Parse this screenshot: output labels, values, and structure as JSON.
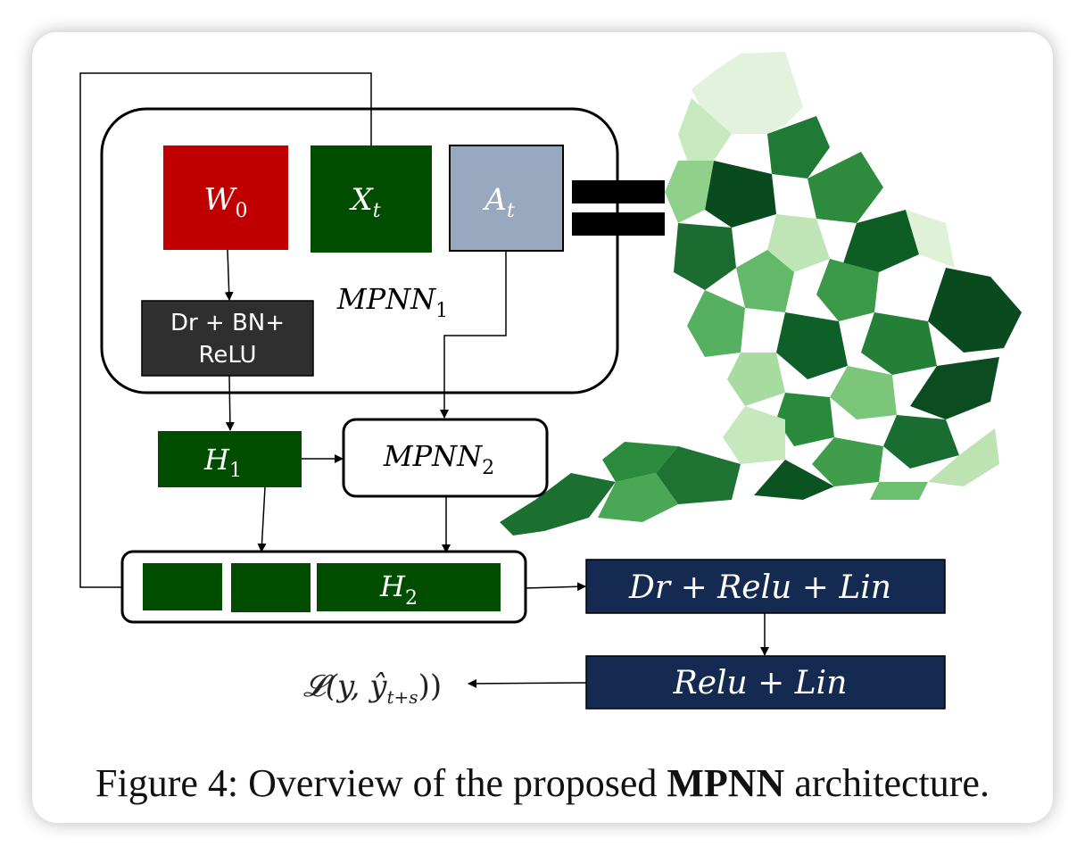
{
  "figure": {
    "caption_prefix": "Figure 4: Overview of the proposed ",
    "caption_bold": "MPNN",
    "caption_suffix": " architecture."
  },
  "colors": {
    "red": "#c00000",
    "dark_green": "#004d00",
    "steel": "#98a8bf",
    "dark_gray": "#2f2f2f",
    "navy": "#152a50"
  },
  "blocks": {
    "w0": "W",
    "w0_sub": "0",
    "xt": "X",
    "xt_sub": "t",
    "at": "A",
    "at_sub": "t",
    "mpnn1": "MPNN",
    "mpnn1_sub": "1",
    "dr_bn_line1": "Dr + BN+",
    "dr_bn_line2": "ReLU",
    "h1": "H",
    "h1_sub": "1",
    "mpnn2": "MPNN",
    "mpnn2_sub": "2",
    "h2": "H",
    "h2_sub": "2",
    "dr_relu_lin": "Dr + Relu + Lin",
    "relu_lin": "Relu + Lin",
    "loss": "𝓛(y, ŷ",
    "loss_sub": "t+s",
    "loss_end": "))"
  }
}
